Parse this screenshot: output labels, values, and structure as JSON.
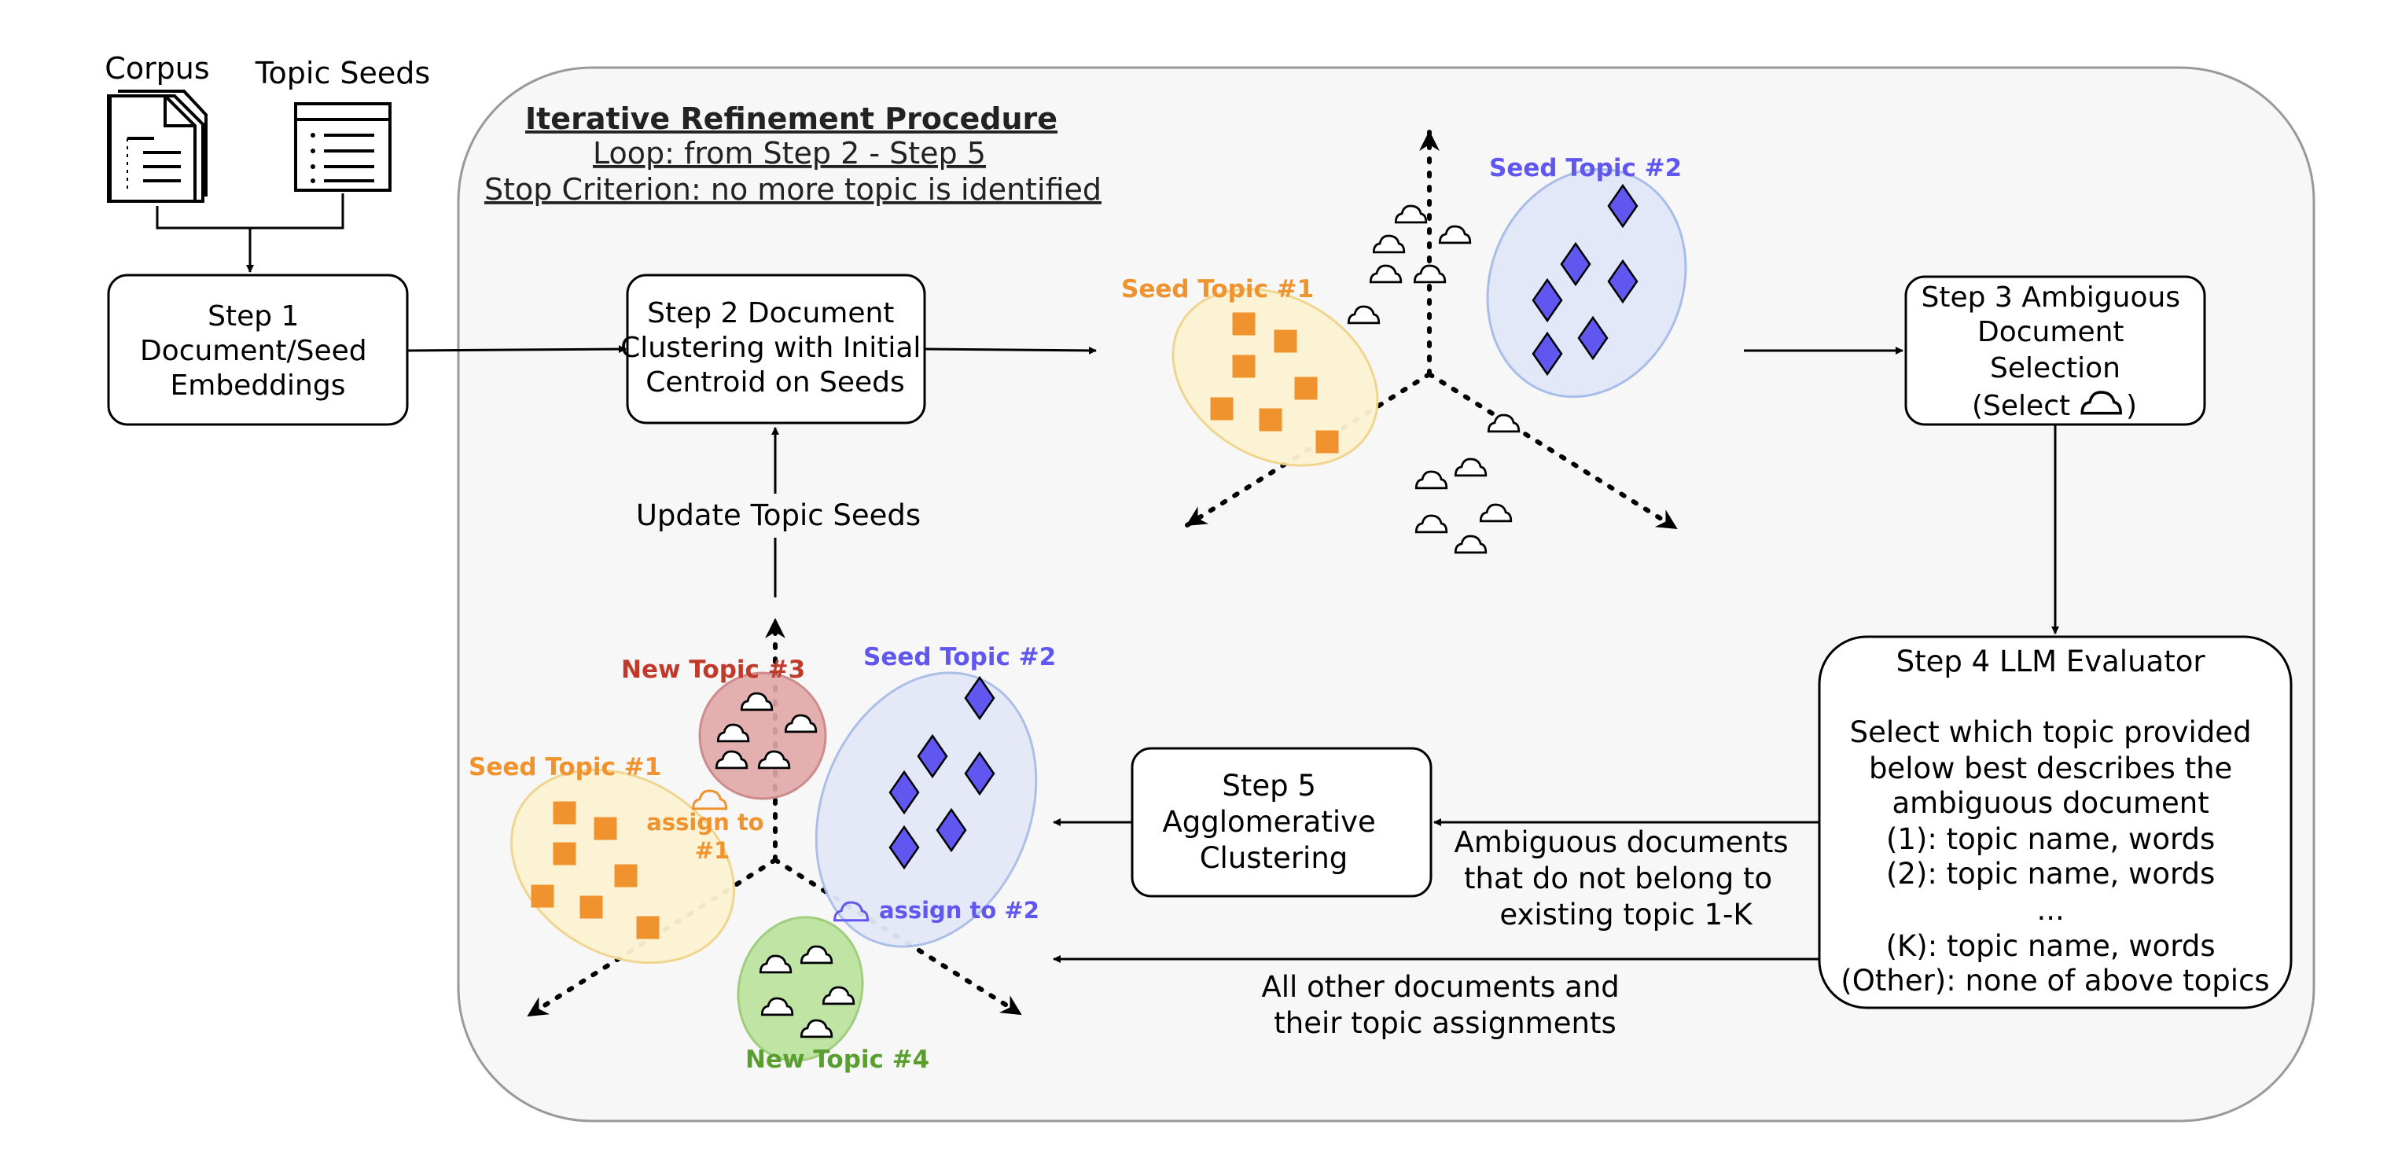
{
  "inputs": {
    "corpus_label": "Corpus",
    "seeds_label": "Topic Seeds"
  },
  "procedure": {
    "title": "Iterative Refinement Procedure ",
    "loop": "Loop: from Step 2 - Step 5",
    "stop": "Stop Criterion: no more topic is identified"
  },
  "steps": {
    "step1": [
      "Step 1",
      "Document/Seed",
      "Embeddings"
    ],
    "step2": [
      "Step 2 Document",
      "Clustering with Initial",
      "Centroid on Seeds"
    ],
    "step3": [
      "Step 3 Ambiguous",
      "Document",
      "Selection",
      "(Select",
      ")"
    ],
    "step4": [
      "Step 4 LLM Evaluator",
      "",
      "Select which topic provided",
      "below best describes the",
      "ambiguous document",
      "(1): topic name, words",
      "(2): topic name, words",
      "...",
      "(K): topic name, words",
      "(Other): none of above topics"
    ],
    "step5": [
      "Step 5",
      "Agglomerative",
      "Clustering"
    ]
  },
  "edges": {
    "update_seeds": "Update Topic Seeds",
    "ambiguous": [
      "Ambiguous documents",
      "that do not belong to",
      "existing topic 1-K"
    ],
    "others": [
      "All other documents and",
      "their topic assignments"
    ]
  },
  "clusters": {
    "seed1": "Seed Topic #1",
    "seed2": "Seed Topic #2",
    "new3": "New Topic #3",
    "new4": "New Topic #4",
    "assign1": [
      "assign to",
      "#1"
    ],
    "assign2": "assign to #2"
  },
  "colors": {
    "orange": "#F0922E",
    "orange_fill": "#FDF3D3",
    "blue": "#6057F0",
    "blue_fill": "#E3E8F8",
    "red": "#C0392B",
    "red_fill": "#E3A8A8",
    "green": "#5A9E2F",
    "green_fill": "#BEE3A0",
    "panel": "#F7F7F7"
  }
}
